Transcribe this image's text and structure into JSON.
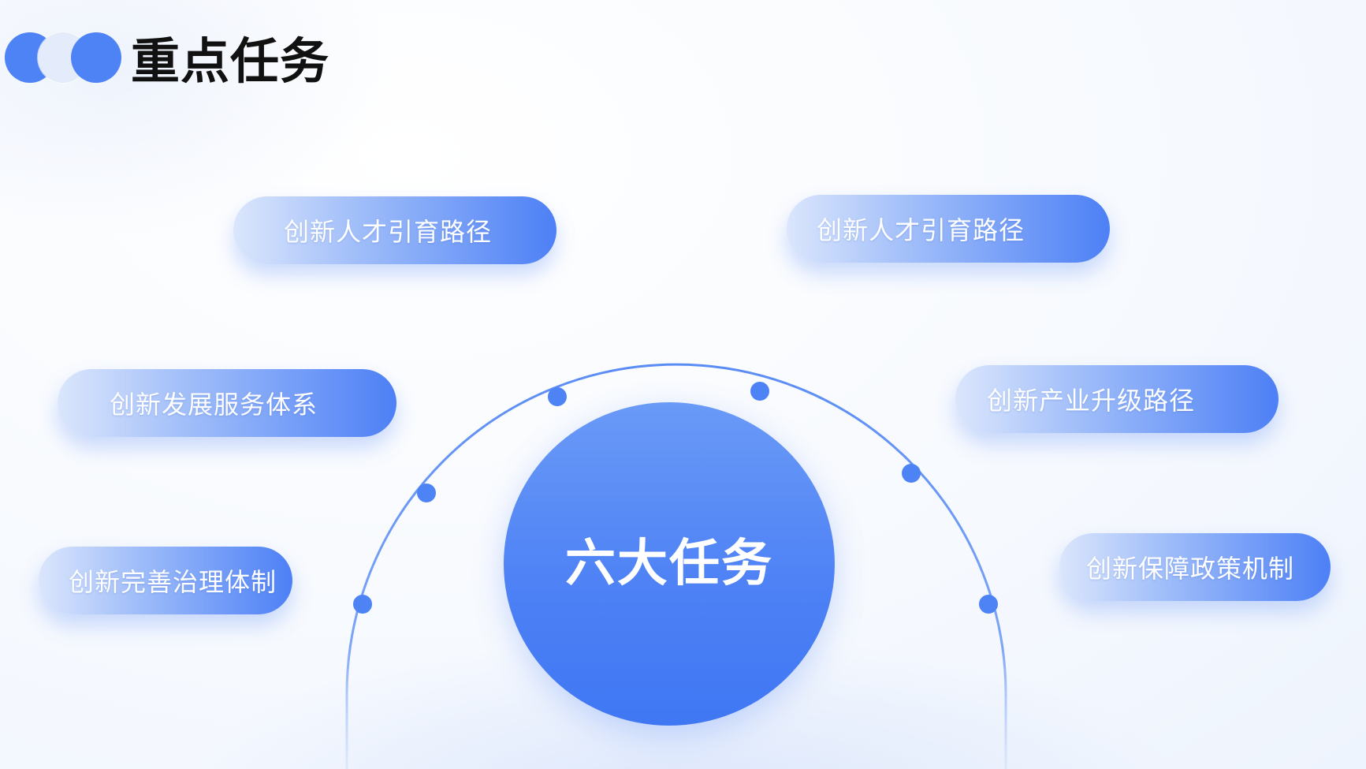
{
  "header": {
    "title": "重点任务"
  },
  "diagram": {
    "center_label": "六大任务",
    "items": [
      {
        "label": "创新人才引育路径"
      },
      {
        "label": "创新人才引育路径"
      },
      {
        "label": "创新发展服务体系"
      },
      {
        "label": "创新产业升级路径"
      },
      {
        "label": "创新完善治理体制"
      },
      {
        "label": "创新保障政策机制"
      }
    ]
  },
  "colors": {
    "accent": "#4e83f6",
    "pill_light": "#dbe6fc",
    "title": "#111111",
    "pill_text": "#ffffff"
  }
}
